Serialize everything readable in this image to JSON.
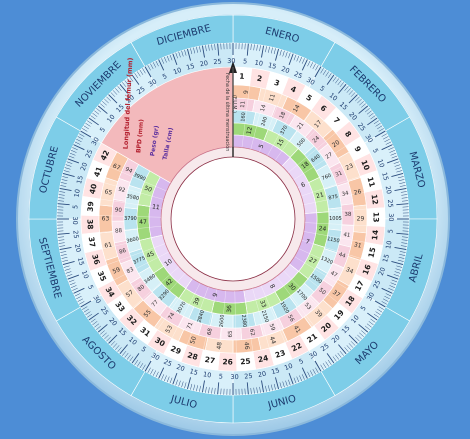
{
  "months": [
    "ENERO",
    "FEBRERO",
    "MARZO",
    "ABRIL",
    "MAYO",
    "JUNIO",
    "JULIO",
    "AGOSTO",
    "SEPTIEMBRE",
    "OCTUBRE",
    "NOVIEMBRE",
    "DICIEMBRE"
  ],
  "month_tick_labels": [
    "5",
    "10",
    "15",
    "20",
    "25",
    "30"
  ],
  "week_numbers": [
    "1",
    "2",
    "3",
    "4",
    "5",
    "6",
    "7",
    "8",
    "9",
    "10",
    "11",
    "12",
    "13",
    "14",
    "15",
    "16",
    "17",
    "18",
    "19",
    "20",
    "21",
    "22",
    "23",
    "24",
    "25",
    "26",
    "27",
    "28",
    "29",
    "30",
    "31",
    "32",
    "33",
    "34",
    "35",
    "36",
    "37",
    "38",
    "39",
    "40",
    "41",
    "42"
  ],
  "weight_values": [
    "160",
    "240",
    "370",
    "500",
    "640",
    "760",
    "875",
    "1005",
    "1150",
    "1320",
    "1500",
    "1700",
    "1920",
    "2150",
    "2380",
    "2600",
    "2840",
    "3070",
    "3290",
    "3480",
    "3775",
    "3600",
    "3790",
    "3580",
    "3990"
  ],
  "fl_values": [
    "9",
    "11",
    "14",
    "17",
    "20",
    "23",
    "26",
    "29",
    "31",
    "34",
    "37",
    "39",
    "41",
    "44",
    "46",
    "48",
    "50",
    "53",
    "55",
    "57",
    "59",
    "61",
    "63",
    "65",
    "67"
  ],
  "bpd_values": [
    "11",
    "14",
    "18",
    "21",
    "24",
    "27",
    "31",
    "34",
    "38",
    "41",
    "44",
    "47",
    "50",
    "53",
    "56",
    "59",
    "62",
    "65",
    "68",
    "71",
    "74",
    "77",
    "80",
    "83",
    "86",
    "88",
    "90",
    "92",
    "94"
  ],
  "talla_values": [
    "12",
    "15",
    "18",
    "21",
    "24",
    "27",
    "30",
    "33",
    "36",
    "39",
    "42",
    "45",
    "47",
    "50"
  ],
  "inner_values": [
    "5",
    "6",
    "7",
    "8",
    "9",
    "10",
    "11"
  ],
  "labels": {
    "fur": "Fecha de la última menstruación",
    "fur2": "(F.U.M.)",
    "femur": "Longitud del fémur (mm)",
    "bpd": "BPD (mm)",
    "peso": "Peso (gr)",
    "talla": "Talla (cm)"
  },
  "colors": {
    "background": "#4d8dd6",
    "outer_ring": "#c5e4f5",
    "month_band": "#7dcde8",
    "week_ring": "#bde7f3",
    "pink_sector": "#f3b9bc",
    "pointer": "#222222"
  }
}
